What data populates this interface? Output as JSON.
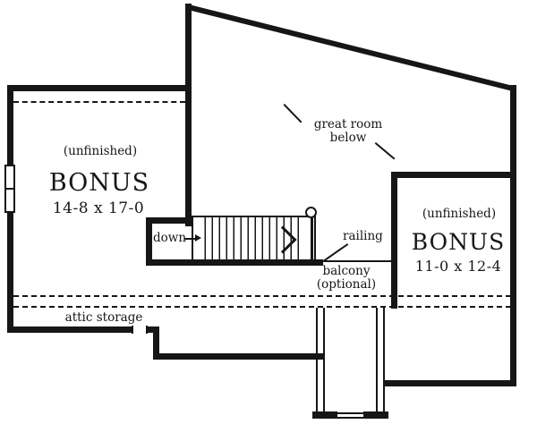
{
  "colors": {
    "ink": "#161616",
    "background": "#ffffff"
  },
  "rooms": {
    "left": {
      "note": "(unfinished)",
      "name": "BONUS",
      "dims": "14-8 x 17-0"
    },
    "right": {
      "note": "(unfinished)",
      "name": "BONUS",
      "dims": "11-0 x 12-4"
    }
  },
  "labels": {
    "great_room_line1": "great room",
    "great_room_line2": "below",
    "down": "down",
    "railing": "railing",
    "balcony_line1": "balcony",
    "balcony_line2": "(optional)",
    "attic_storage": "attic storage"
  }
}
